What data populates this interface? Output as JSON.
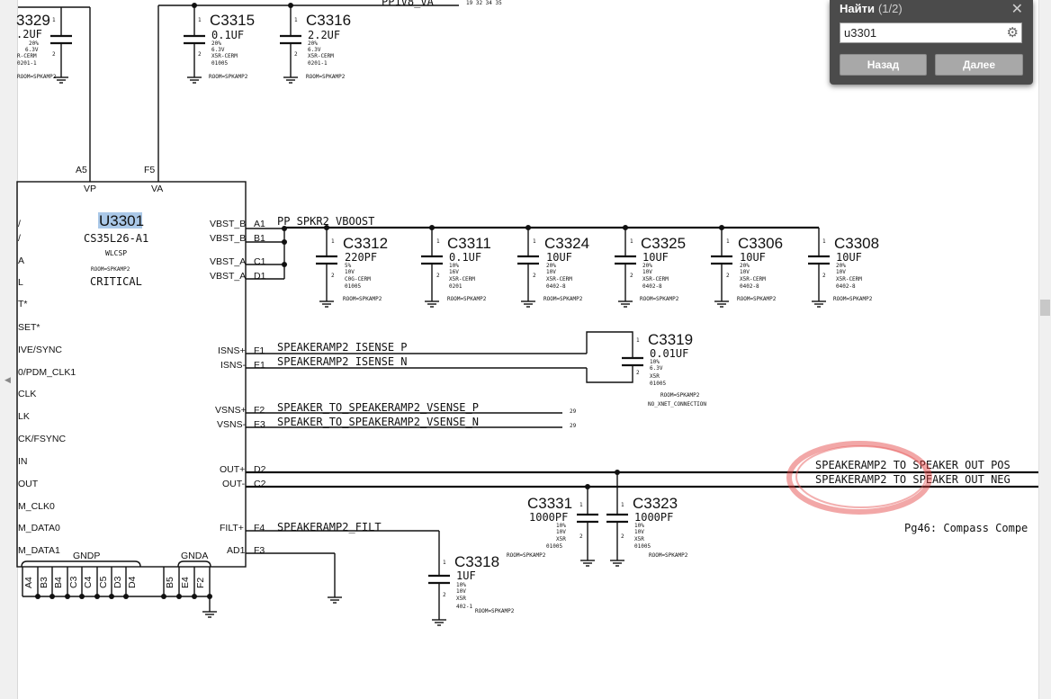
{
  "find": {
    "title": "Найти",
    "count": "(1/2)",
    "query": "u3301",
    "prev_label": "Назад",
    "next_label": "Далее"
  },
  "top": {
    "partial_ref": "3329",
    "partial_val": ".2UF",
    "partial_s1": "20%",
    "partial_s2": "6.3V",
    "partial_s3": "R-CERM",
    "partial_s4": "0201-1",
    "partial_room": "ROOM=SPKAMP2",
    "rail": "PP1V8_VA",
    "rail_pages": "19  32  34  35",
    "pin_a5": "A5",
    "pin_f5": "F5"
  },
  "ic": {
    "ref": "U3301",
    "part": "CS35L26-A1",
    "pkg": "WLCSP",
    "room": "ROOM=SPKAMP2",
    "crit": "CRITICAL",
    "vp": "VP",
    "va": "VA",
    "left_pins": [
      "/",
      "/",
      "A",
      "L",
      "T*",
      "SET*",
      "IVE/SYNC",
      "0/PDM_CLK1",
      "CLK",
      "LK",
      "CK/FSYNC",
      "IN",
      "OUT",
      "M_CLK0",
      "M_DATA0",
      "M_DATA1"
    ],
    "right_pins": [
      {
        "name": "VBST_B",
        "ball": "A1"
      },
      {
        "name": "VBST_B",
        "ball": "B1"
      },
      {
        "name": "VBST_A",
        "ball": "C1"
      },
      {
        "name": "VBST_A",
        "ball": "D1"
      },
      {
        "name": "ISNS+",
        "ball": "F1"
      },
      {
        "name": "ISNS-",
        "ball": "E1"
      },
      {
        "name": "VSNS+",
        "ball": "F2"
      },
      {
        "name": "VSNS-",
        "ball": "E3"
      },
      {
        "name": "OUT+",
        "ball": "D2"
      },
      {
        "name": "OUT-",
        "ball": "C2"
      },
      {
        "name": "FILT+",
        "ball": "F4"
      },
      {
        "name": "AD1",
        "ball": "F3"
      }
    ],
    "gndp": "GNDP",
    "gnda": "GNDA",
    "bottom_pins": [
      "A4",
      "B3",
      "B4",
      "C3",
      "C4",
      "C5",
      "D3",
      "D4",
      "B5",
      "E4",
      "F2"
    ]
  },
  "nets": {
    "vboost": "PP_SPKR2_VBOOST",
    "isense_p": "SPEAKERAMP2_ISENSE_P",
    "isense_n": "SPEAKERAMP2_ISENSE_N",
    "vsense_p": "SPEAKER_TO_SPEAKERAMP2_VSENSE_P",
    "vsense_n": "SPEAKER_TO_SPEAKERAMP2_VSENSE_N",
    "vsense_page": "29",
    "filt": "SPEAKERAMP2_FILT",
    "out_pos": "SPEAKERAMP2 TO SPEAKER OUT POS",
    "out_neg": "SPEAKERAMP2 TO SPEAKER OUT NEG",
    "page_ref": "Pg46: Compass Compe"
  },
  "caps": {
    "c3315": {
      "ref": "C3315",
      "val": "0.1UF",
      "s1": "20%",
      "s2": "6.3V",
      "s3": "X5R-CERM",
      "s4": "01005",
      "room": "ROOM=SPKAMP2"
    },
    "c3316": {
      "ref": "C3316",
      "val": "2.2UF",
      "s1": "20%",
      "s2": "6.3V",
      "s3": "X5R-CERM",
      "s4": "0201-1",
      "room": "ROOM=SPKAMP2"
    },
    "c3312": {
      "ref": "C3312",
      "val": "220PF",
      "s1": "5%",
      "s2": "10V",
      "s3": "C0G-CERM",
      "s4": "01005",
      "room": "ROOM=SPKAMP2"
    },
    "c3311": {
      "ref": "C3311",
      "val": "0.1UF",
      "s1": "10%",
      "s2": "16V",
      "s3": "X5R-CERM",
      "s4": "0201",
      "room": "ROOM=SPKAMP2"
    },
    "c3324": {
      "ref": "C3324",
      "val": "10UF",
      "s1": "20%",
      "s2": "10V",
      "s3": "X5R-CERM",
      "s4": "0402-8",
      "room": "ROOM=SPKAMP2"
    },
    "c3325": {
      "ref": "C3325",
      "val": "10UF",
      "s1": "20%",
      "s2": "10V",
      "s3": "X5R-CERM",
      "s4": "0402-8",
      "room": "ROOM=SPKAMP2"
    },
    "c3306": {
      "ref": "C3306",
      "val": "10UF",
      "s1": "20%",
      "s2": "10V",
      "s3": "X5R-CERM",
      "s4": "0402-8",
      "room": "ROOM=SPKAMP2"
    },
    "c3308": {
      "ref": "C3308",
      "val": "10UF",
      "s1": "20%",
      "s2": "10V",
      "s3": "X5R-CERM",
      "s4": "0402-8",
      "room": "ROOM=SPKAMP2"
    },
    "c3319": {
      "ref": "C3319",
      "val": "0.01UF",
      "s1": "10%",
      "s2": "6.3V",
      "s3": "X5R",
      "s4": "01005",
      "room": "ROOM=SPKAMP2",
      "extra": "NO_XNET_CONNECTION"
    },
    "c3331": {
      "ref": "C3331",
      "val": "1000PF",
      "s1": "10%",
      "s2": "10V",
      "s3": "X5R",
      "s4": "01005",
      "room": "ROOM=SPKAMP2"
    },
    "c3323": {
      "ref": "C3323",
      "val": "1000PF",
      "s1": "10%",
      "s2": "10V",
      "s3": "X5R",
      "s4": "01005",
      "room": "ROOM=SPKAMP2"
    },
    "c3318": {
      "ref": "C3318",
      "val": "1UF",
      "s1": "10%",
      "s2": "10V",
      "s3": "X5R",
      "s4": "402-1",
      "room": "ROOM=SPKAMP2"
    }
  },
  "pin_numbers": {
    "one": "1",
    "two": "2"
  }
}
